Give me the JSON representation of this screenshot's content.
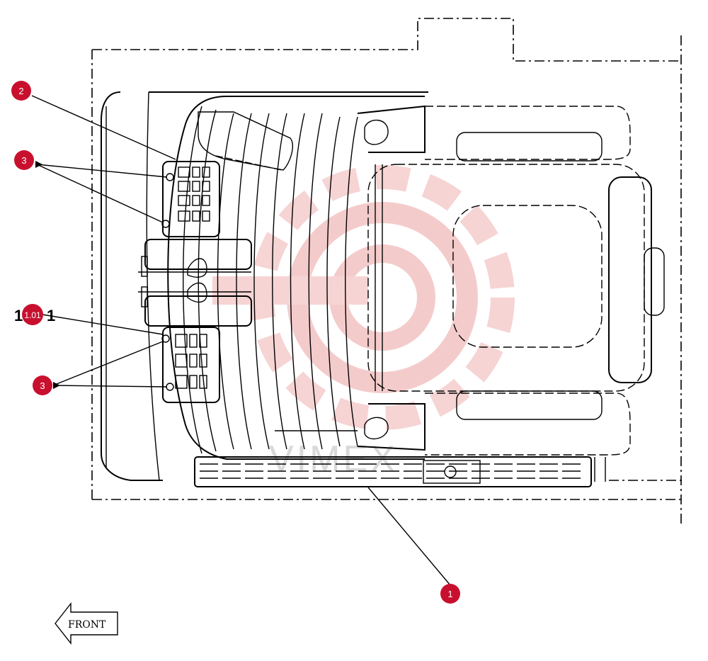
{
  "diagram": {
    "callouts": [
      {
        "id": "c1",
        "label": "1"
      },
      {
        "id": "c2",
        "label": "2"
      },
      {
        "id": "c3a",
        "label": "3"
      },
      {
        "id": "c3b",
        "label": "3"
      },
      {
        "id": "c101",
        "label": "1.01"
      }
    ],
    "bold_digit": "1",
    "front_label": "FRONT",
    "watermark_text": "VIMEX",
    "colors": {
      "callout_fill": "#c8102e",
      "watermark": "#f3c6c6",
      "line": "#000000"
    }
  }
}
